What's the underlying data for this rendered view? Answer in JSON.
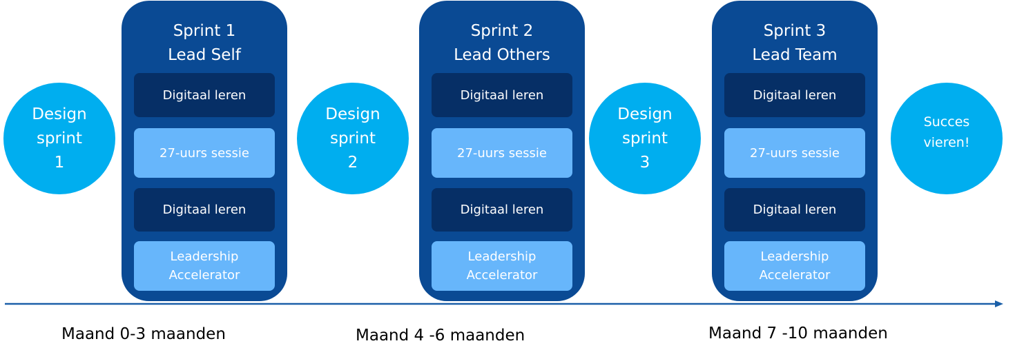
{
  "design_sprints": [
    {
      "label": "Design\nsprint\n1"
    },
    {
      "label": "Design\nsprint\n2"
    },
    {
      "label": "Design\nsprint\n3"
    }
  ],
  "finale": {
    "label": "Succes\nvieren!"
  },
  "sprints": [
    {
      "title": "Sprint 1\nLead Self",
      "blocks": [
        "Digitaal leren",
        "27-uurs sessie",
        "Digitaal leren",
        "Leadership\nAccelerator"
      ]
    },
    {
      "title": "Sprint 2\nLead Others",
      "blocks": [
        "Digitaal leren",
        "27-uurs sessie",
        "Digitaal leren",
        "Leadership\nAccelerator"
      ]
    },
    {
      "title": "Sprint 3\nLead Team",
      "blocks": [
        "Digitaal leren",
        "27-uurs sessie",
        "Digitaal leren",
        "Leadership\nAccelerator"
      ]
    }
  ],
  "months": [
    "Maand 0-3 maanden",
    "Maand 4 -6 maanden",
    "Maand 7 -10 maanden"
  ],
  "colors": {
    "circle": "#00aeef",
    "sprint_container": "#0a4a94",
    "block_dark": "#062f66",
    "block_light": "#67b6fb",
    "timeline": "#1a5fa8"
  }
}
